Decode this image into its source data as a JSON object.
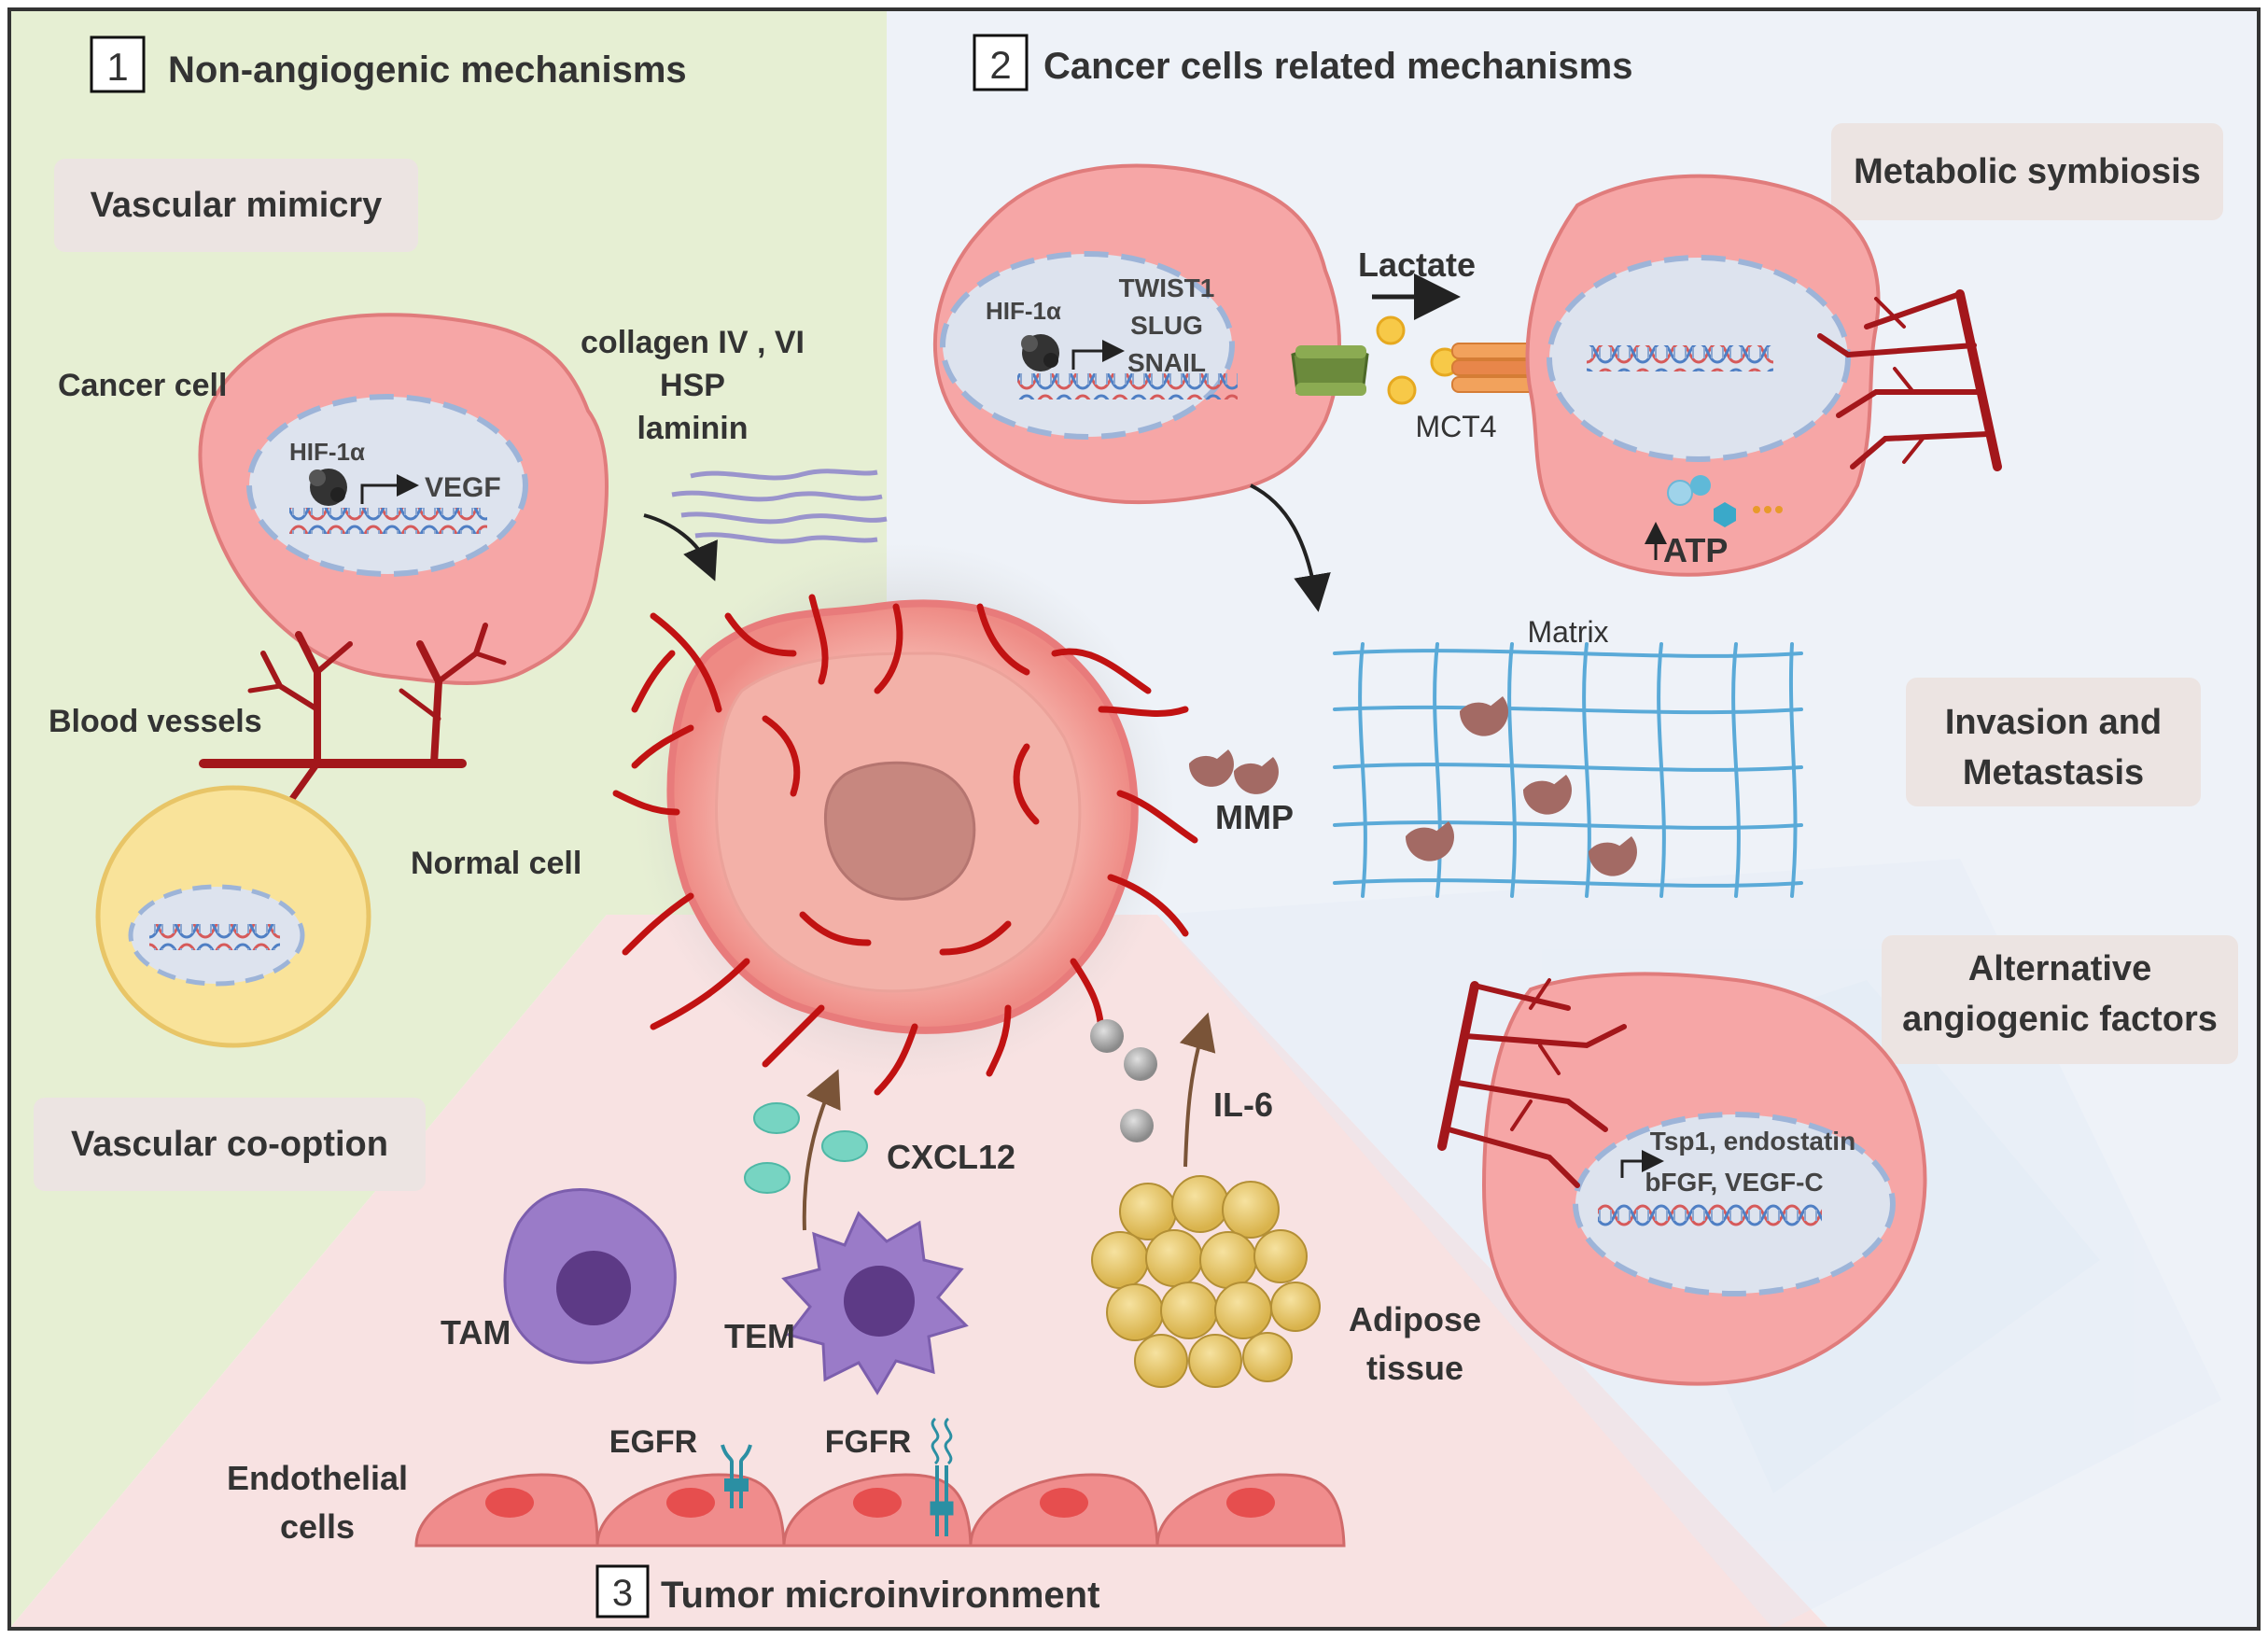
{
  "sections": {
    "s1": {
      "number": "1",
      "title": "Non-angiogenic mechanisms"
    },
    "s2": {
      "number": "2",
      "title": "Cancer cells related mechanisms"
    },
    "s3": {
      "number": "3",
      "title": "Tumor microinvironment"
    }
  },
  "boxes": {
    "vascular_mimicry": "Vascular mimicry",
    "vascular_cooption": "Vascular co-option",
    "metabolic_symbiosis": "Metabolic symbiosis",
    "invasion_1": "Invasion and",
    "invasion_2": "Metastasis",
    "alt_1": "Alternative",
    "alt_2": "angiogenic factors"
  },
  "labels": {
    "cancer_cell": "Cancer cell",
    "hif": "HIF-1α",
    "vegf": "VEGF",
    "collagen": "collagen IV , VI",
    "hsp": "HSP",
    "laminin": "laminin",
    "blood_vessels": "Blood vessels",
    "normal_cell": "Normal cell",
    "twist1": "TWIST1",
    "slug": "SLUG",
    "snail": "SNAIL",
    "lactate": "Lactate",
    "mct4": "MCT4",
    "atp": "ATP",
    "matrix": "Matrix",
    "mmp": "MMP",
    "tsp1": "Tsp1, endostatin",
    "bfgf": "bFGF, VEGF-C",
    "il6": "IL-6",
    "cxcl12": "CXCL12",
    "tam": "TAM",
    "tem": "TEM",
    "adipose_1": "Adipose",
    "adipose_2": "tissue",
    "endothelial_1": "Endothelial",
    "endothelial_2": "cells",
    "egfr": "EGFR",
    "fgfr": "FGFR"
  },
  "colors": {
    "panel1_bg": "#e6efd3",
    "panel2_bg": "#eef2f8",
    "panel3_bg": "#f8e2e2",
    "cell_pink": "#f6a6a6",
    "nucleus": "#dde3ee",
    "vessel_red": "#b81c1c",
    "matrix_blue": "#5aaad8",
    "normal_cell": "#f9e39a",
    "macrophage": "#9a7bc8",
    "adipocyte": "#e9c766"
  }
}
